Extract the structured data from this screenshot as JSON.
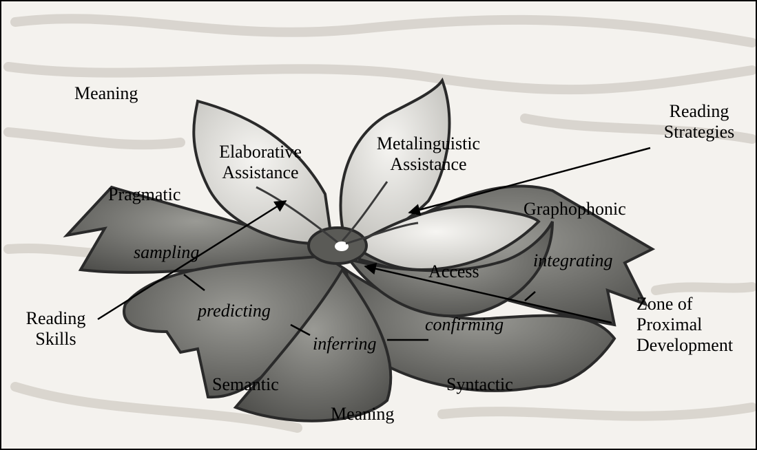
{
  "labels": {
    "meaning_top": "Meaning",
    "meaning_bottom": "Meaning",
    "elaborative_1": "Elaborative",
    "elaborative_2": "Assistance",
    "metalinguistic_1": "Metalinguistic",
    "metalinguistic_2": "Assistance",
    "reading_strategies_1": "Reading",
    "reading_strategies_2": "Strategies",
    "pragmatic": "Pragmatic",
    "graphophonic": "Graphophonic",
    "sampling": "sampling",
    "predicting": "predicting",
    "inferring": "inferring",
    "confirming": "confirming",
    "integrating": "integrating",
    "access": "Access",
    "reading_skills_1": "Reading",
    "reading_skills_2": "Skills",
    "zpd_1": "Zone of",
    "zpd_2": "Proximal",
    "zpd_3": "Development",
    "semantic": "Semantic",
    "syntactic": "Syntactic"
  },
  "colors": {
    "background": "#f4f2ee",
    "petal_dark": "#6a6a66",
    "petal_mid": "#8f8f8a",
    "petal_light": "#e4e2de",
    "ink": "#000000"
  }
}
